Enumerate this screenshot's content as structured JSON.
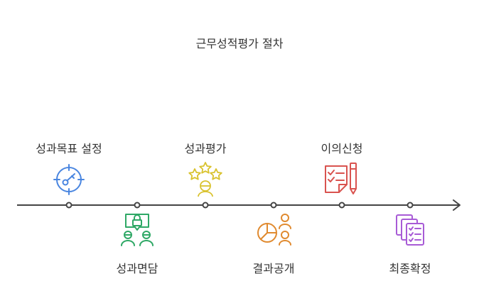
{
  "title": "근무성적평가 절차",
  "steps": [
    {
      "label": "성과목표 설정",
      "icon": "target-icon",
      "color": "#4a86e0",
      "position": "top"
    },
    {
      "label": "성과면담",
      "icon": "meeting-icon",
      "color": "#2fa866",
      "position": "bottom"
    },
    {
      "label": "성과평가",
      "icon": "rating-stars-icon",
      "color": "#d9c22e",
      "position": "top"
    },
    {
      "label": "결과공개",
      "icon": "pie-chart-people-icon",
      "color": "#e08a2f",
      "position": "bottom"
    },
    {
      "label": "이의신청",
      "icon": "checklist-pen-icon",
      "color": "#d9534f",
      "position": "top"
    },
    {
      "label": "최종확정",
      "icon": "documents-icon",
      "color": "#a85bd6",
      "position": "bottom"
    }
  ]
}
